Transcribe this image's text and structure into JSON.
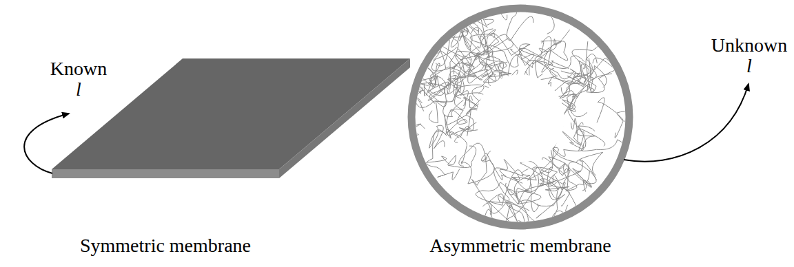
{
  "diagram": {
    "labels": [
      "Known",
      "l",
      "Unknown",
      "l",
      "Symmetric membrane",
      "Asymmetric membrane"
    ]
  }
}
